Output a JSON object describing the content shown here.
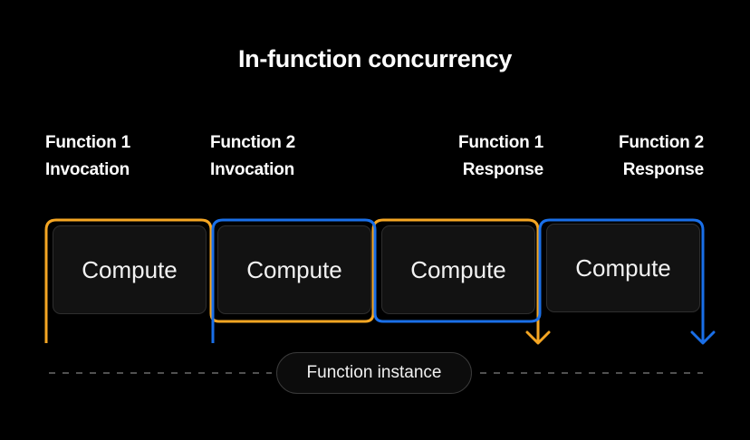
{
  "title": "In-function concurrency",
  "labels": [
    {
      "line1": "Function 1",
      "line2": "Invocation"
    },
    {
      "line1": "Function 2",
      "line2": "Invocation"
    },
    {
      "line1": "Function 1",
      "line2": "Response"
    },
    {
      "line1": "Function 2",
      "line2": "Response"
    }
  ],
  "compute_label": "Compute",
  "instance_label": "Function instance",
  "colors": {
    "function1": "#f5a623",
    "function2": "#1a6fe8",
    "background": "#000000"
  }
}
